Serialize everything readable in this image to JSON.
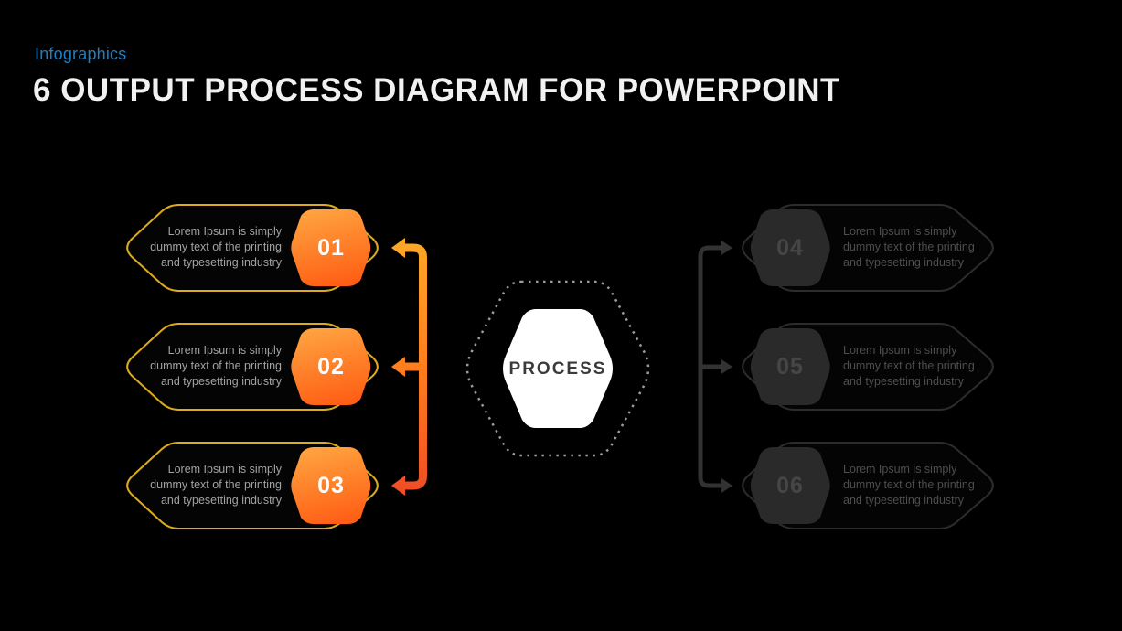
{
  "slide": {
    "eyebrow": "Infographics",
    "title": "6 OUTPUT PROCESS DIAGRAM FOR POWERPOINT"
  },
  "center": {
    "label": "PROCESS"
  },
  "items": [
    {
      "number": "01",
      "side": "left",
      "state": "active",
      "lines": [
        "Lorem Ipsum is simply",
        "dummy text of the printing",
        "and typesetting industry"
      ]
    },
    {
      "number": "02",
      "side": "left",
      "state": "active",
      "lines": [
        "Lorem Ipsum is simply",
        "dummy text of the printing",
        "and typesetting industry"
      ]
    },
    {
      "number": "03",
      "side": "left",
      "state": "active",
      "lines": [
        "Lorem Ipsum is simply",
        "dummy text of the printing",
        "and typesetting industry"
      ]
    },
    {
      "number": "04",
      "side": "right",
      "state": "inactive",
      "lines": [
        "Lorem Ipsum is simply",
        "dummy text of the printing",
        "and typesetting industry"
      ]
    },
    {
      "number": "05",
      "side": "right",
      "state": "inactive",
      "lines": [
        "Lorem Ipsum is simply",
        "dummy text of the printing",
        "and typesetting industry"
      ]
    },
    {
      "number": "06",
      "side": "right",
      "state": "inactive",
      "lines": [
        "Lorem Ipsum is simply",
        "dummy text of the printing",
        "and typesetting industry"
      ]
    }
  ],
  "colors": {
    "background": "#000000",
    "eyebrow_blue": "#1d7fc4",
    "title_white": "#f1f1f1",
    "active_border_gold": "#dcaa1e",
    "badge_gradient_top": "#ffa23f",
    "badge_gradient_bottom": "#ff5e14",
    "arrow_gradient_top": "#ffaa28",
    "arrow_gradient_bottom": "#ef4b25",
    "inactive_border": "#2c2c2c",
    "inactive_badge": "#2a2a2a",
    "active_body_text": "#a3a3a3",
    "inactive_body_text": "#4e4e4e",
    "process_hexagon_fill": "#ffffff",
    "process_label_color": "#3b3b3b",
    "dotted_outline_gray": "#9b9b9b",
    "right_connector_gray": "#323232"
  }
}
